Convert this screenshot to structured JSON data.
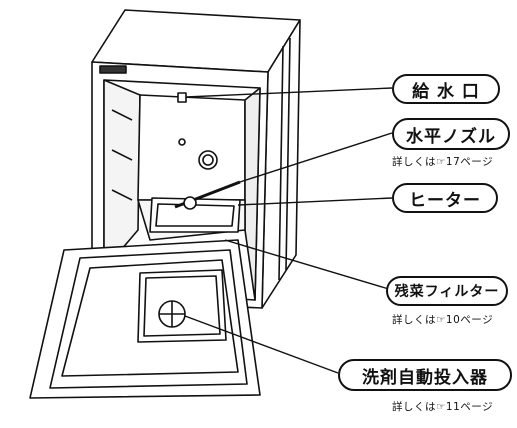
{
  "labels": {
    "water_inlet": "給 水 口",
    "spray_nozzle": "水平ノズル",
    "spray_nozzle_note": "詳しくは☞17ページ",
    "heater": "ヒーター",
    "filter": "残菜フィルター",
    "filter_note": "詳しくは☞10ページ",
    "detergent": "洗剤自動投入器",
    "detergent_note": "詳しくは☞11ページ"
  }
}
